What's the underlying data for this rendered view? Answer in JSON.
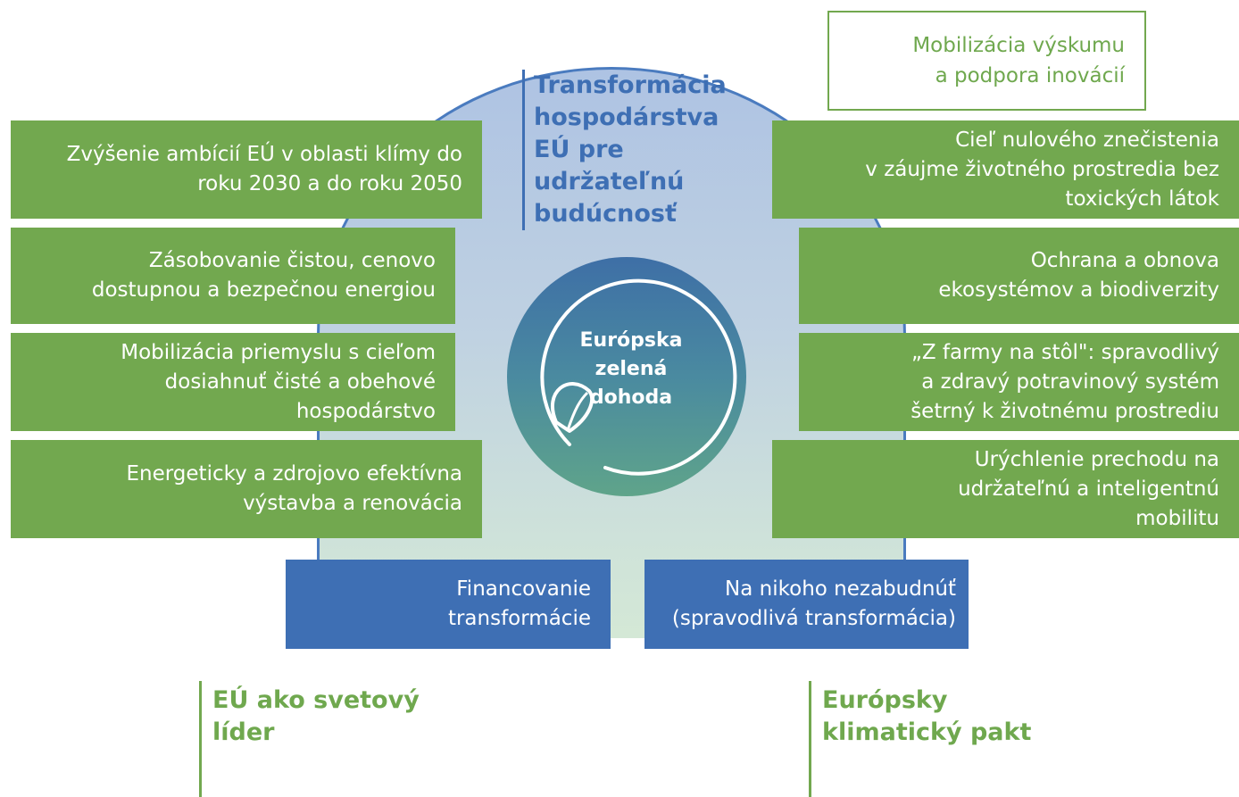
{
  "title_lines": [
    "Transformácia",
    "hospodárstva",
    "EÚ pre",
    "udržateľnú",
    "budúcnosť"
  ],
  "center_lines": [
    "Európska",
    "zelená",
    "dohoda"
  ],
  "top_right_box": [
    "Mobilizácia výskumu",
    "a podpora inovácií"
  ],
  "left_boxes": [
    [
      "Zvýšenie ambícií EÚ v oblasti klímy do",
      "roku 2030 a do roku 2050"
    ],
    [
      "Zásobovanie čistou, cenovo",
      "dostupnou a bezpečnou energiou"
    ],
    [
      "Mobilizácia priemyslu s cieľom",
      "dosiahnuť čisté a obehové",
      "hospodárstvo"
    ],
    [
      "Energeticky a zdrojovo efektívna",
      "výstavba a renovácia"
    ]
  ],
  "right_boxes": [
    [
      "Cieľ nulového znečistenia",
      "v záujme životného prostredia bez",
      "toxických látok"
    ],
    [
      "Ochrana a obnova",
      "ekosystémov a biodiverzity"
    ],
    [
      "„Z farmy na stôl\": spravodlivý",
      "a zdravý potravinový systém",
      "šetrný k životnému prostrediu"
    ],
    [
      "Urýchlenie prechodu na",
      "udržateľnú a inteligentnú",
      "mobilitu"
    ]
  ],
  "bottom_boxes": [
    [
      "Financovanie",
      "transformácie"
    ],
    [
      "Na nikoho nezabudnúť",
      "(spravodlivá transformácia)"
    ]
  ],
  "bottom_labels": [
    [
      "EÚ ako svetový",
      "líder"
    ],
    [
      "Európsky",
      "klimatický pakt"
    ]
  ],
  "colors": {
    "green": "#72a84f",
    "blue": "#3e6fb4",
    "oval_border": "#4a7bbf"
  },
  "icon": "eu-green-deal-leaf-circle-icon"
}
